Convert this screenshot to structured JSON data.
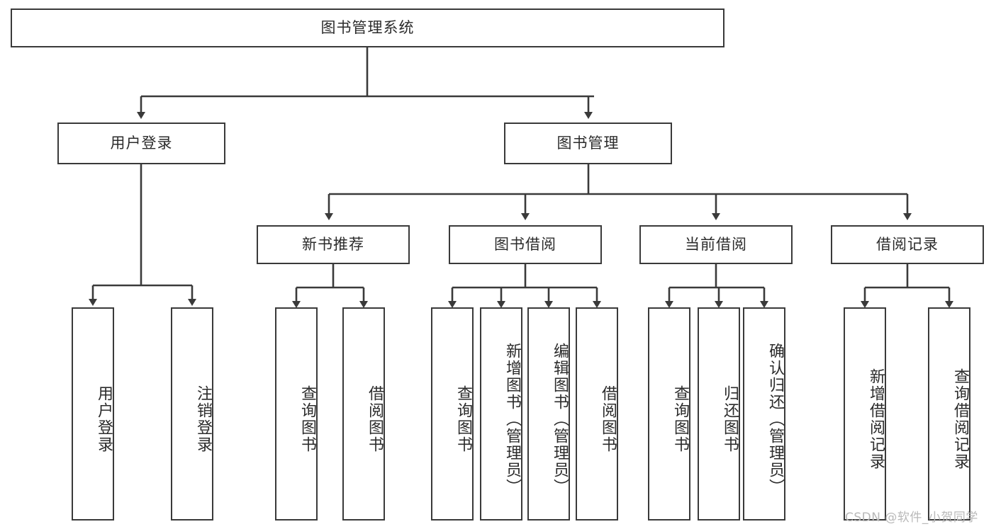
{
  "diagram": {
    "title_node": {
      "label": "图书管理系统"
    },
    "level2": [
      {
        "label": "用户登录"
      },
      {
        "label": "图书管理"
      }
    ],
    "level3": [
      {
        "label": "新书推荐"
      },
      {
        "label": "图书借阅"
      },
      {
        "label": "当前借阅"
      },
      {
        "label": "借阅记录"
      }
    ],
    "leaves": {
      "user_login": [
        {
          "label": "用户登录"
        },
        {
          "label": "注销登录"
        }
      ],
      "new_book": [
        {
          "label": "查询图书"
        },
        {
          "label": "借阅图书"
        }
      ],
      "book_borrow": [
        {
          "label": "查询图书"
        },
        {
          "label": "新增图书（管理员）"
        },
        {
          "label": "编辑图书（管理员）"
        },
        {
          "label": "借阅图书"
        }
      ],
      "current_borrow": [
        {
          "label": "查询图书"
        },
        {
          "label": "归还图书"
        },
        {
          "label": "确认归还（管理员）"
        }
      ],
      "borrow_record": [
        {
          "label": "新增借阅记录"
        },
        {
          "label": "查询借阅记录"
        }
      ]
    }
  },
  "watermark": {
    "text": "CSDN @软件_小贺同学"
  },
  "colors": {
    "stroke": "#3a3a3a",
    "text": "#2b2b2b",
    "background": "#ffffff",
    "watermark": "#b9b9b9"
  }
}
